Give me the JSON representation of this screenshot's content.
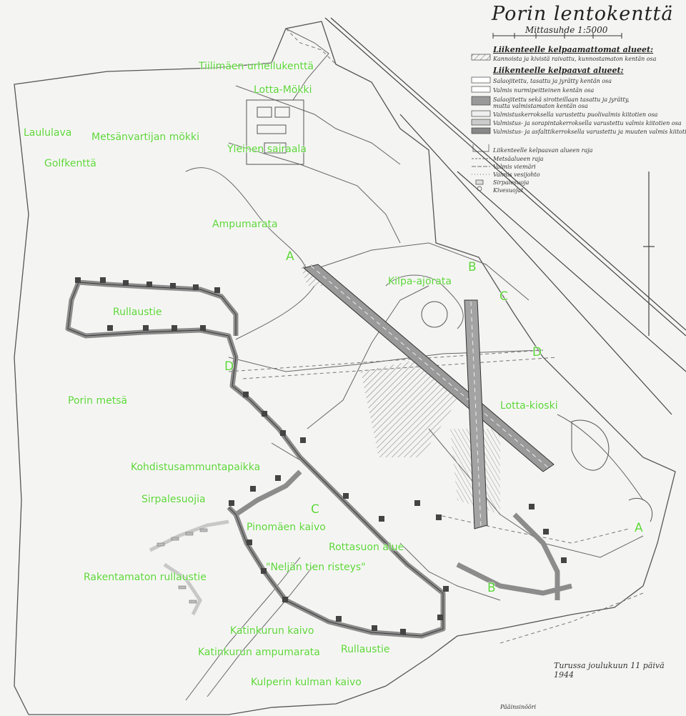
{
  "legend": {
    "title": "Porin lentokenttä",
    "scale": "Mittasuhde 1:5000",
    "unusable_heading": "Liikenteelle kelpaamattomat alueet:",
    "unusable_row": "Kannoista ja kivistä raivattu, kunnostamaton kentän osa",
    "usable_heading": "Liikenteelle kelpaavat alueet:",
    "rows": [
      "Salaojitettu, tasattu ja jyrätty kentän osa",
      "Valmis nurmipeitteinen kentän osa",
      "Salaojitettu sekä sirotteillaan tasattu ja jyrätty,",
      "mutta valmistamaton kentän osa",
      "Valmistuskerroksella varustettu puolivalmis kiitotien osa",
      "Valmistus- ja sorapintakerroksella varustettu valmis kiitotien osa",
      "Valmistus- ja asfalttikerroksella varustettu ja muuten valmis kiitotien osa",
      "Liikenteelle kelpaavan alueen raja",
      "Metsäalueen raja",
      "Valmis viemäri",
      "Valmis vesijohto",
      "Sirpalesuoja",
      "Kivesuojat"
    ]
  },
  "labels": [
    {
      "id": "tiilimaen-urheilukentta",
      "text": "Tiilimäen urheilukenttä"
    },
    {
      "id": "lotta-mokki",
      "text": "Lotta-Mökki"
    },
    {
      "id": "laululava",
      "text": "Laululava"
    },
    {
      "id": "metsanvartijan-mokki",
      "text": "Metsänvartijan mökki"
    },
    {
      "id": "yleinen-sairaala",
      "text": "Yleinen sairaala"
    },
    {
      "id": "golfkentta",
      "text": "Golfkenttä"
    },
    {
      "id": "ampumarata",
      "text": "Ampumarata"
    },
    {
      "id": "runway-a-north",
      "text": "A"
    },
    {
      "id": "runway-b-north",
      "text": "B"
    },
    {
      "id": "kilpa-ajorata",
      "text": "Kilpa-ajorata"
    },
    {
      "id": "runway-c-east",
      "text": "C"
    },
    {
      "id": "rullaustie-north",
      "text": "Rullaustie"
    },
    {
      "id": "runway-d-east",
      "text": "D"
    },
    {
      "id": "runway-d-west",
      "text": "D"
    },
    {
      "id": "porin-metsa",
      "text": "Porin metsä"
    },
    {
      "id": "lotta-kioski",
      "text": "Lotta-kioski"
    },
    {
      "id": "kohdistusammuntapaikka",
      "text": "Kohdistusammuntapaikka"
    },
    {
      "id": "sirpalesuojia",
      "text": "Sirpalesuojia"
    },
    {
      "id": "runway-c-south",
      "text": "C"
    },
    {
      "id": "runway-a-south",
      "text": "A"
    },
    {
      "id": "pinomaen-kaivo",
      "text": "Pinomäen kaivo"
    },
    {
      "id": "rottasuon-alue",
      "text": "Rottasuon alue"
    },
    {
      "id": "neljan-tien-risteys",
      "text": "\"Neljän tien risteys\""
    },
    {
      "id": "rakentamaton-rullaustie",
      "text": "Rakentamaton rullaustie"
    },
    {
      "id": "runway-b-south",
      "text": "B"
    },
    {
      "id": "katinkurun-kaivo",
      "text": "Katinkurun kaivo"
    },
    {
      "id": "katinkurun-ampumarata",
      "text": "Katinkurun ampumarata"
    },
    {
      "id": "rullaustie-south",
      "text": "Rullaustie"
    },
    {
      "id": "kulperin-kulman-kaivo",
      "text": "Kulperin kulman kaivo"
    }
  ],
  "signature": {
    "place_date": "Turussa joulukuun 11 päivä 1944",
    "signer": "Pääinsinööri"
  },
  "colors": {
    "label_green": "#5bd437",
    "paper": "#f4f4f2",
    "ink": "#4a4a4a"
  }
}
